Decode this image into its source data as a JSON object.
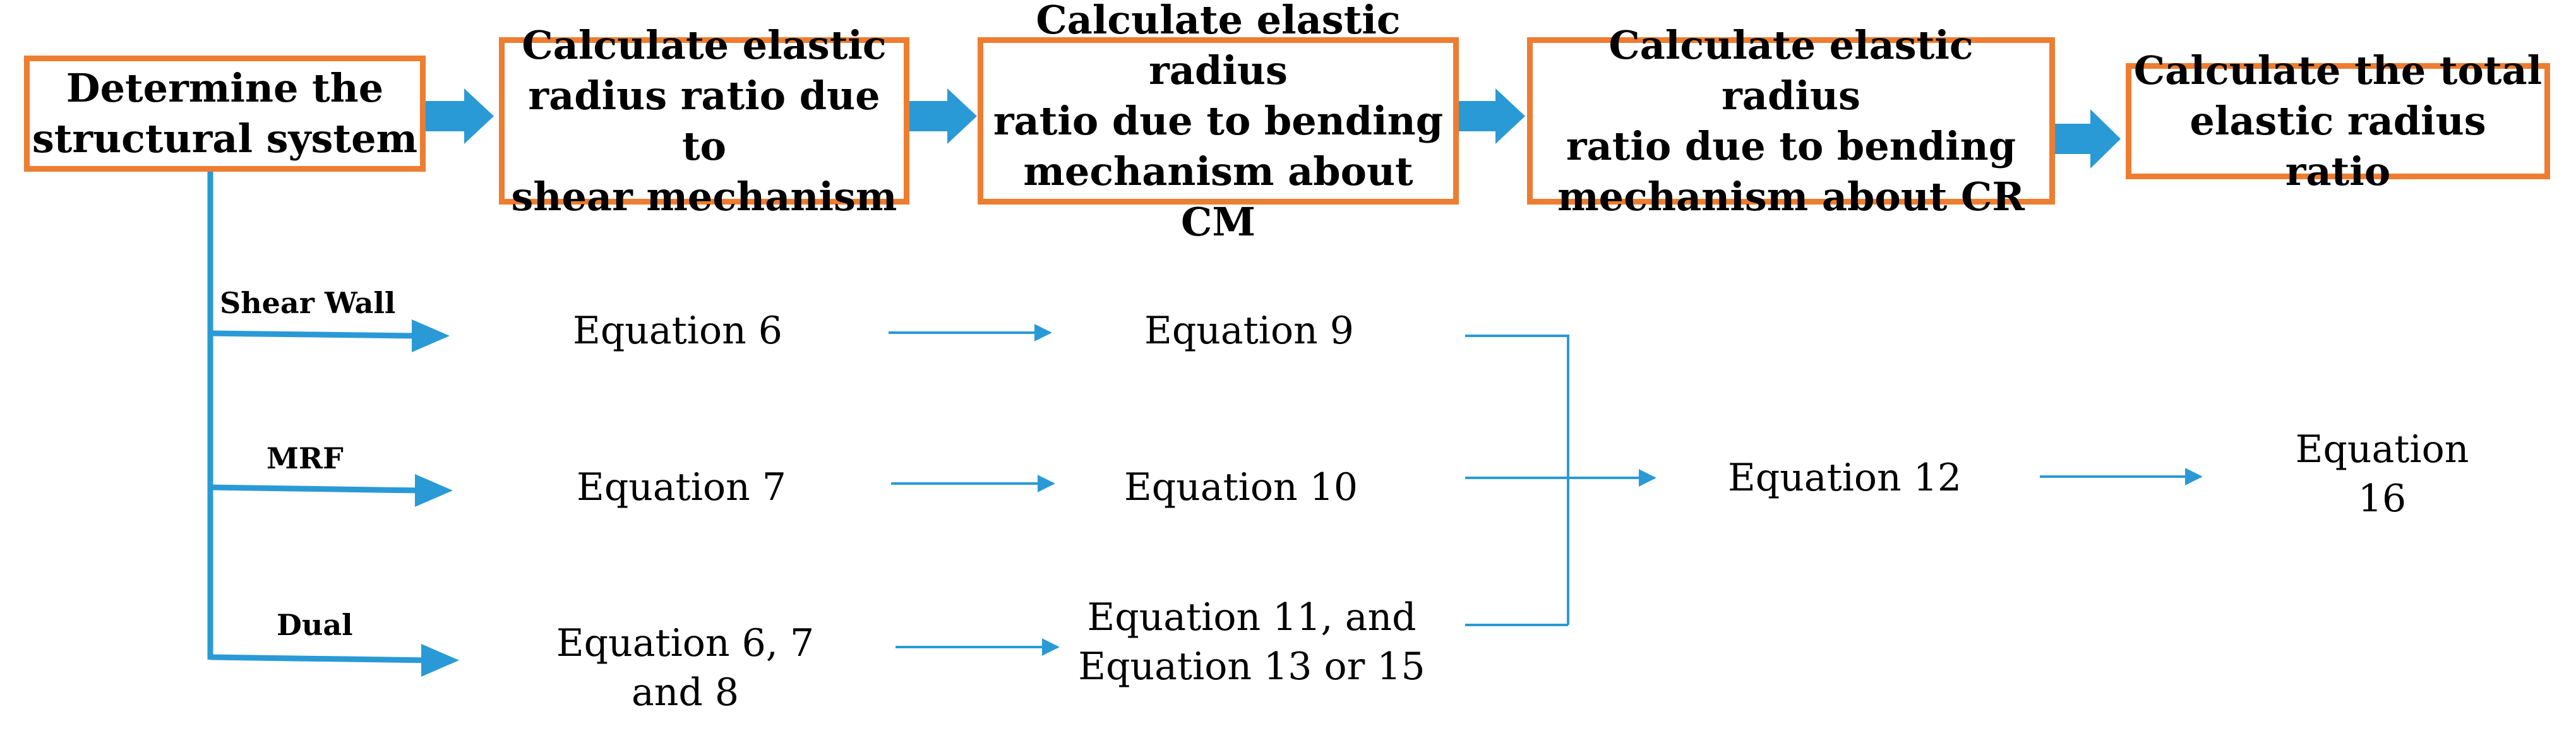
{
  "colors": {
    "box_border": "#ed7d31",
    "arrow": "#2a9ad6",
    "text": "#000000"
  },
  "steps": [
    {
      "label": "Determine the\nstructural system"
    },
    {
      "label": "Calculate elastic\nradius ratio due to\nshear mechanism"
    },
    {
      "label": "Calculate elastic radius\nratio due to bending\nmechanism about CM"
    },
    {
      "label": "Calculate elastic radius\nratio due to bending\nmechanism about CR"
    },
    {
      "label": "Calculate the total\nelastic radius ratio"
    }
  ],
  "branches": [
    {
      "label": "Shear Wall",
      "shear": "Equation 6",
      "bending": "Equation 9"
    },
    {
      "label": "MRF",
      "shear": "Equation 7",
      "bending": "Equation 10"
    },
    {
      "label": "Dual",
      "shear": "Equation 6, 7\nand 8",
      "bending": "Equation 11, and\nEquation 13 or 15"
    }
  ],
  "merge_equation": "Equation 12",
  "final_equation": "Equation 16"
}
